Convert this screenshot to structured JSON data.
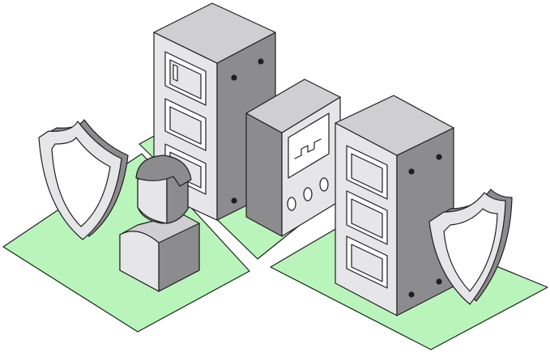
{
  "colors": {
    "background": "#ffffff",
    "floor": "#b9f5bb",
    "stroke": "#1f1f1f",
    "face_light": "#e6e6e8",
    "face_mid": "#cfcfd1",
    "face_dark": "#8c8c8e",
    "screen": "#ffffff"
  },
  "icons": [
    "server-rack",
    "monitoring-device",
    "waveform",
    "shield",
    "user"
  ]
}
